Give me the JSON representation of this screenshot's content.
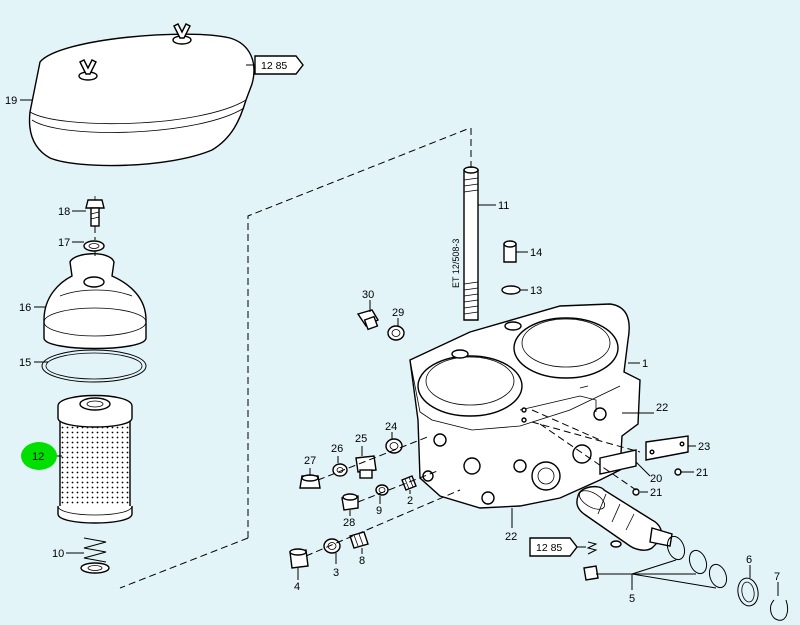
{
  "diagram": {
    "drawing_code": "ET 12/508-3",
    "refs": [
      "12 85",
      "12 85"
    ],
    "callouts": [
      "1",
      "2",
      "3",
      "4",
      "5",
      "6",
      "7",
      "8",
      "9",
      "10",
      "11",
      "12",
      "13",
      "14",
      "15",
      "16",
      "17",
      "18",
      "19",
      "20",
      "21",
      "21",
      "21",
      "22",
      "22",
      "23",
      "24",
      "25",
      "26",
      "27",
      "28",
      "29",
      "30"
    ],
    "highlight_color": "#00e000",
    "highlight_index": 11
  }
}
